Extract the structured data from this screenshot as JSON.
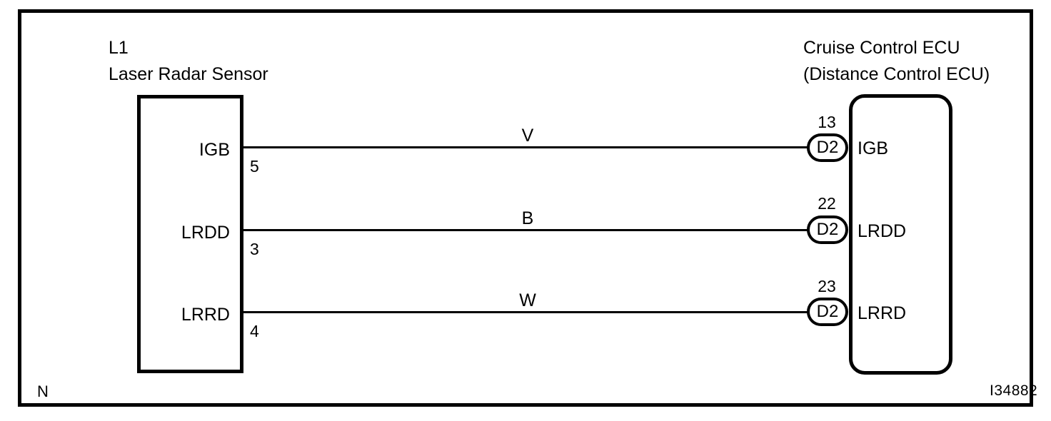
{
  "diagram": {
    "type": "wiring-diagram",
    "figure_id": "I34882",
    "corner_mark": "N",
    "left_component": {
      "code": "L1",
      "name": "Laser Radar Sensor",
      "shape": "rectangle"
    },
    "right_component": {
      "name": "Cruise Control ECU",
      "subtitle": "(Distance Control ECU)",
      "shape": "rounded-rectangle"
    },
    "connections": [
      {
        "left_terminal": "IGB",
        "left_pin": "5",
        "wire_color_code": "V",
        "connector": "D2",
        "right_pin": "13",
        "right_terminal": "IGB"
      },
      {
        "left_terminal": "LRDD",
        "left_pin": "3",
        "wire_color_code": "B",
        "connector": "D2",
        "right_pin": "22",
        "right_terminal": "LRDD"
      },
      {
        "left_terminal": "LRRD",
        "left_pin": "4",
        "wire_color_code": "W",
        "connector": "D2",
        "right_pin": "23",
        "right_terminal": "LRRD"
      }
    ],
    "colors": {
      "line": "#000000",
      "background": "#ffffff"
    }
  }
}
